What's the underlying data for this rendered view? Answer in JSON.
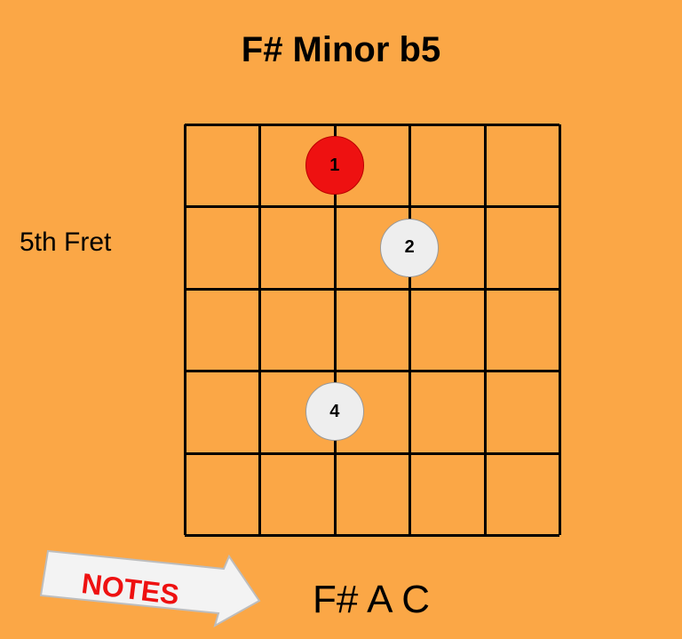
{
  "title": "F# Minor b5",
  "fret_label": "5th Fret",
  "diagram": {
    "strings": 6,
    "frets_shown": 5,
    "fingers": [
      {
        "finger": "1",
        "string": 3,
        "fret": 1,
        "root": true
      },
      {
        "finger": "2",
        "string": 4,
        "fret": 2,
        "root": false
      },
      {
        "finger": "4",
        "string": 3,
        "fret": 4,
        "root": false
      }
    ]
  },
  "notes_label": "NOTES",
  "notes": "F# A C",
  "colors": {
    "background": "#FBA746",
    "root_dot": "#EE1111",
    "other_dot": "#EEEEEE",
    "notes_label": "#EE1111"
  }
}
